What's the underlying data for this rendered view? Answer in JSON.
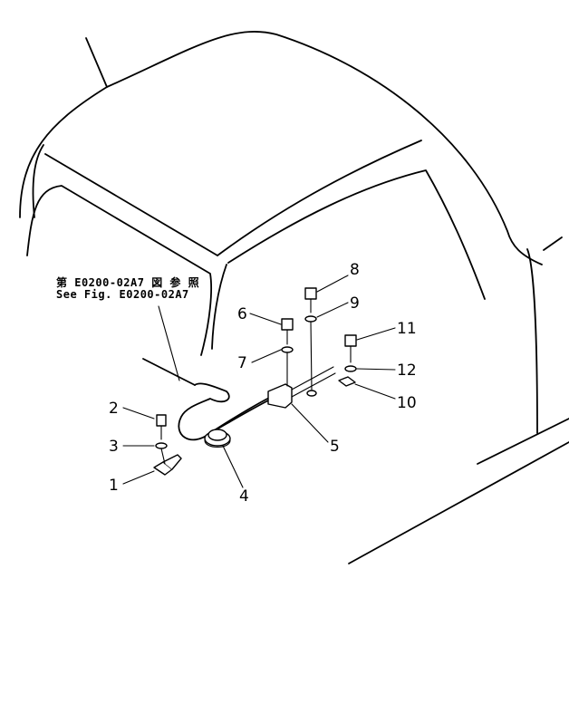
{
  "reference": {
    "jp": "第 E0200-02A7 図 参 照",
    "en": "See Fig. E0200-02A7"
  },
  "callouts": [
    "1",
    "2",
    "3",
    "4",
    "5",
    "6",
    "7",
    "8",
    "9",
    "10",
    "11",
    "12"
  ]
}
